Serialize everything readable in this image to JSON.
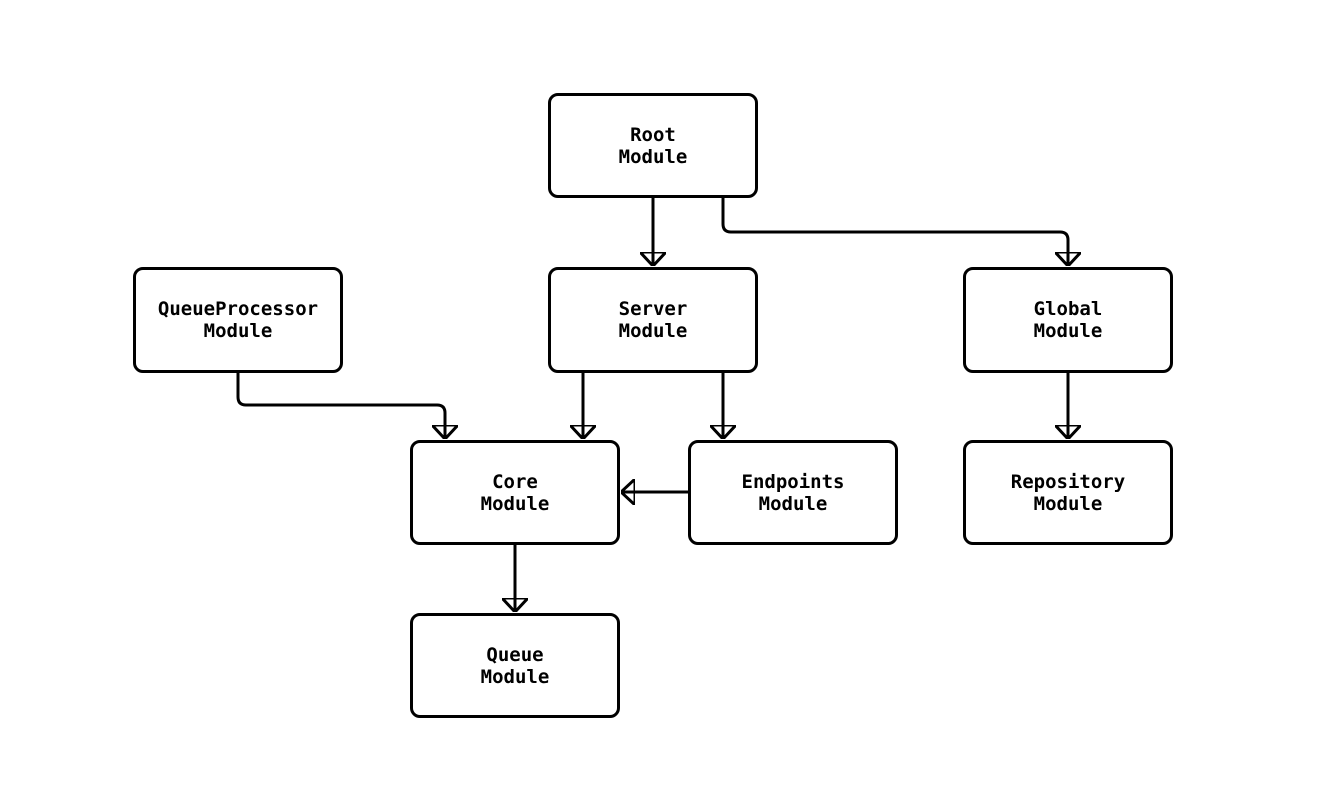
{
  "diagram": {
    "type": "flowchart",
    "background_color": "#ffffff",
    "node_fill_color": "#ffffff",
    "line_color": "#000000",
    "text_color": "#000000",
    "nodes": [
      {
        "id": "root",
        "label": "Root\nModule"
      },
      {
        "id": "queue_processor",
        "label": "QueueProcessor\nModule"
      },
      {
        "id": "server",
        "label": "Server\nModule"
      },
      {
        "id": "global",
        "label": "Global\nModule"
      },
      {
        "id": "core",
        "label": "Core\nModule"
      },
      {
        "id": "endpoints",
        "label": "Endpoints\nModule"
      },
      {
        "id": "repository",
        "label": "Repository\nModule"
      },
      {
        "id": "queue",
        "label": "Queue\nModule"
      }
    ],
    "edges": [
      {
        "from": "root",
        "to": "server"
      },
      {
        "from": "root",
        "to": "global"
      },
      {
        "from": "queue_processor",
        "to": "core"
      },
      {
        "from": "server",
        "to": "core"
      },
      {
        "from": "server",
        "to": "endpoints"
      },
      {
        "from": "global",
        "to": "repository"
      },
      {
        "from": "endpoints",
        "to": "core"
      },
      {
        "from": "core",
        "to": "queue"
      }
    ]
  }
}
